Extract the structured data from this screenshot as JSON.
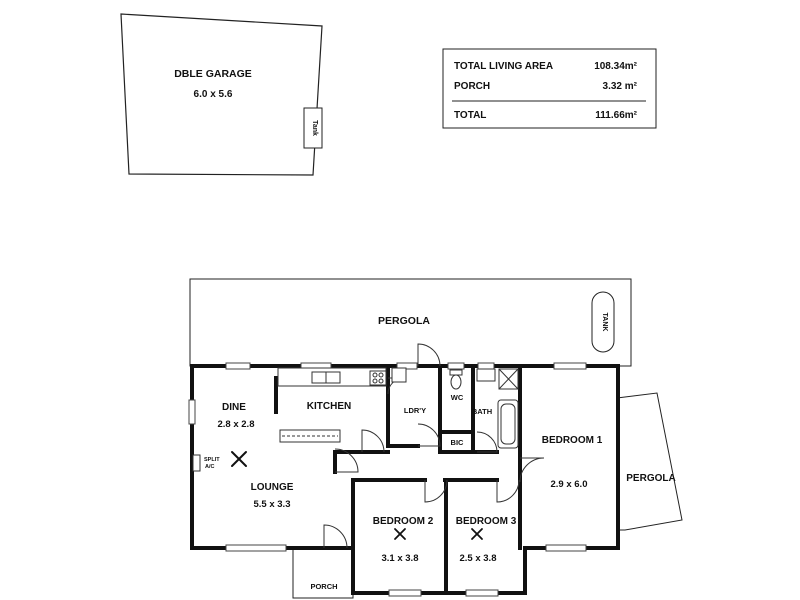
{
  "garage": {
    "name": "DBLE GARAGE",
    "size": "6.0 x 5.6",
    "tank": "Tank"
  },
  "area_table": {
    "rows": [
      {
        "label": "TOTAL LIVING AREA",
        "value": "108.34m²"
      },
      {
        "label": "PORCH",
        "value": "3.32 m²"
      }
    ],
    "total": {
      "label": "TOTAL",
      "value": "111.66m²"
    }
  },
  "rooms": {
    "pergola_rear": "PERGOLA",
    "tank_rear": "TANK",
    "pergola_side": "PERGOLA",
    "dine": {
      "name": "DINE",
      "size": "2.8 x 2.8"
    },
    "kitchen": "KITCHEN",
    "laundry": "LDR'Y",
    "wc": "WC",
    "bath": "BATH",
    "bic": "BIC",
    "bedroom1": {
      "name": "BEDROOM 1",
      "size": "2.9 x 6.0"
    },
    "lounge": {
      "name": "LOUNGE",
      "size": "5.5 x 3.3"
    },
    "bedroom2": {
      "name": "BEDROOM 2",
      "size": "3.1 x 3.8"
    },
    "bedroom3": {
      "name": "BEDROOM 3",
      "size": "2.5 x 3.8"
    },
    "split_ac": [
      "SPLIT",
      "A/C"
    ],
    "porch": "PORCH"
  }
}
